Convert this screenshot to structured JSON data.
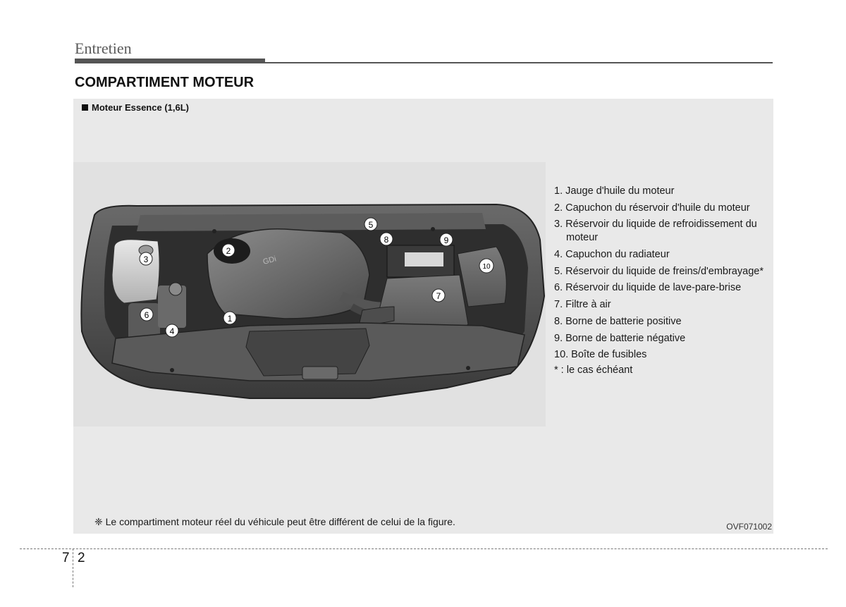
{
  "header": {
    "section": "Entretien",
    "title": "COMPARTIMENT MOTEUR"
  },
  "figure": {
    "caption": "Moteur Essence (1,6L)",
    "callouts": [
      "1",
      "2",
      "3",
      "4",
      "5",
      "6",
      "7",
      "8",
      "9",
      "10"
    ],
    "engine_badge": "GDi",
    "legend": [
      "1. Jauge d'huile du moteur",
      "2. Capuchon du réservoir d'huile du moteur",
      "3. Réservoir du liquide de refroidissement du moteur",
      "4. Capuchon du radiateur",
      "5. Réservoir du liquide de freins/d'embrayage*",
      "6. Réservoir du liquide de lave-pare-brise",
      "7. Filtre à air",
      "8. Borne de batterie positive",
      "9. Borne de batterie négative",
      "10. Boîte de fusibles"
    ],
    "footnote": "* : le cas échéant",
    "disclaimer": "❈ Le compartiment moteur réel du véhicule peut être différent de celui de la figure.",
    "ref_code": "OVF071002"
  },
  "footer": {
    "chapter": "7",
    "page": "2"
  }
}
